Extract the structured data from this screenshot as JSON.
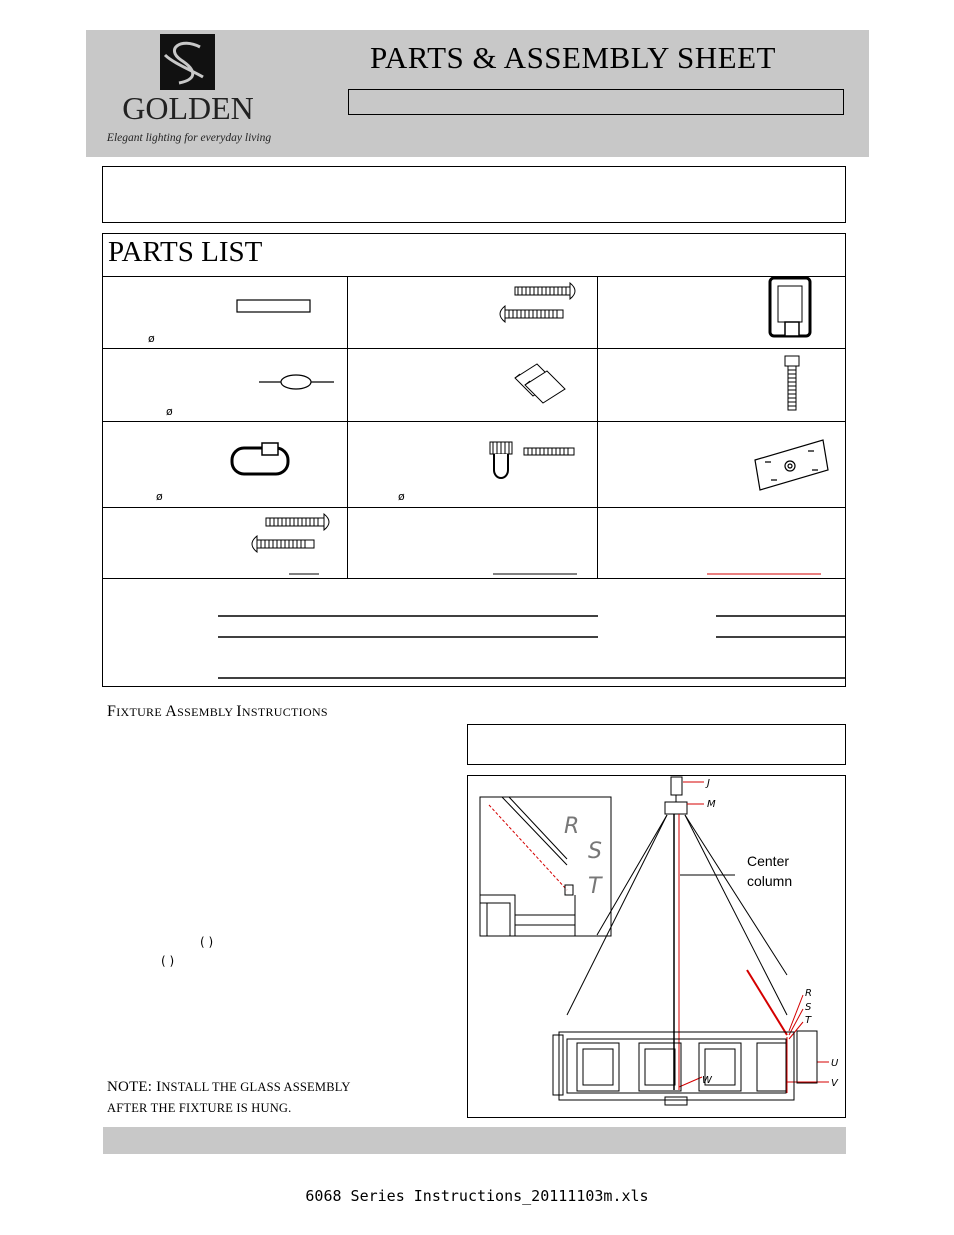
{
  "header": {
    "brand": "GOLDEN",
    "tagline": "Elegant lighting for everyday living",
    "title": "PARTS & ASSEMBLY SHEET"
  },
  "parts_list": {
    "title": "PARTS LIST",
    "diameter_symbols": [
      "ø",
      "ø",
      "ø",
      "ø"
    ]
  },
  "instructions": {
    "title_first": "F",
    "title_rest_1": "IXTURE ",
    "title_a": "A",
    "title_rest_2": "SSEMBLY ",
    "title_i": "I",
    "title_rest_3": "NSTRUCTIONS",
    "paren_1": "( )",
    "paren_2": "( )",
    "note_line1_a": "NOTE:  I",
    "note_line1_b": "NSTALL THE GLASS ASSEMBLY",
    "note_line2": "AFTER THE FIXTURE IS HUNG."
  },
  "diagram": {
    "center_label_1": "Center",
    "center_label_2": "column",
    "inset_labels": [
      "R",
      "S",
      "T"
    ],
    "part_labels": [
      "J",
      "M",
      "R",
      "S",
      "T",
      "U",
      "V",
      "W"
    ],
    "accent_color": "#d40000"
  },
  "footer": {
    "filename": "6068 Series Instructions_20111103m.xls"
  },
  "colors": {
    "header_bg": "#c8c8c8",
    "footer_bg": "#c8c8c8"
  }
}
